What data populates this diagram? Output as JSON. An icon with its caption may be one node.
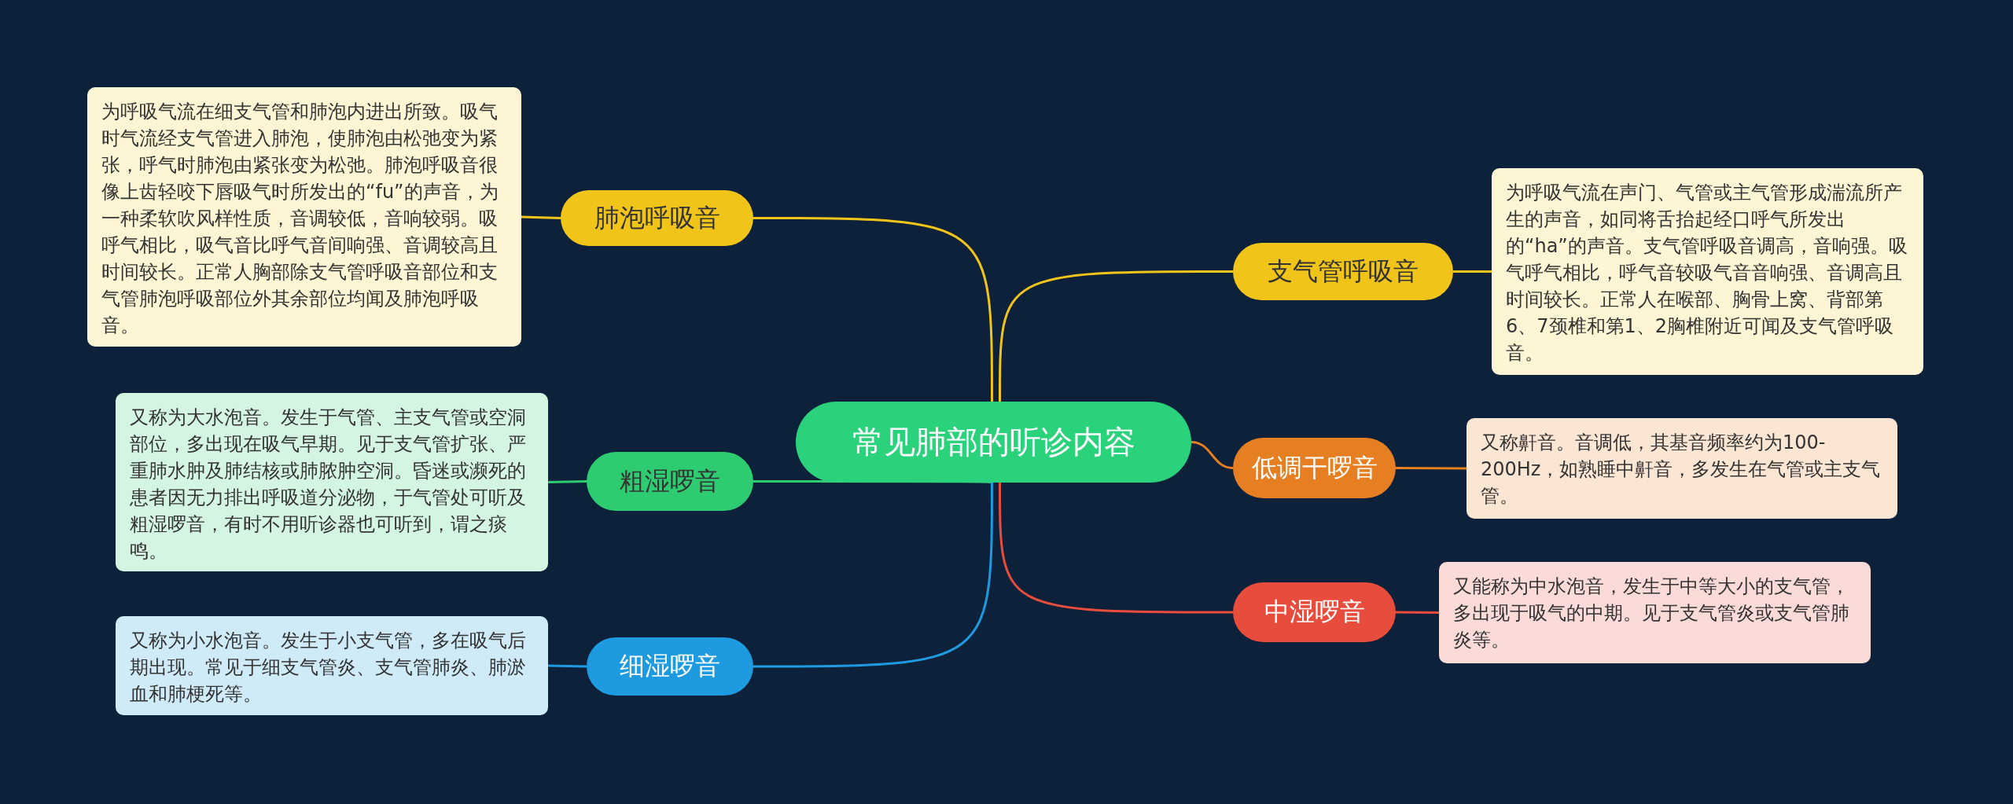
{
  "diagram": {
    "nodes": [
      {
        "text": [
          "常见肺部的听诊内容"
        ]
      },
      {
        "text": [
          "肺泡呼吸音"
        ]
      },
      {
        "text": [
          "为呼吸气流在细支气管和肺泡内进出所致。吸气时气流经支气管进入肺泡，使肺泡由松弛变为紧张，呼气时肺泡由紧张变为松弛。肺泡呼吸音很像上齿轻咬下唇吸气时所发出的“fu”的声音，为一种柔软吹风样性质，音调较低，音响较弱。吸呼气相比，吸气音比呼气音间响强、音调较高且时间较长。正常人胸部除支气管呼吸音部位和支气管肺泡呼吸部位外其余部位均闻及肺泡呼吸音。"
        ]
      },
      {
        "text": [
          "粗湿啰音"
        ]
      },
      {
        "text": [
          "又称为大水泡音。发生于气管、主支气管或空洞部位，多出现在吸气早期。见于支气管扩张、严重肺水肿及肺结核或肺脓肿空洞。昏迷或濒死的患者因无力排出呼吸道分泌物，于气管处可听及粗湿啰音，有时不用听诊器也可听到，谓之痰鸣。"
        ]
      },
      {
        "text": [
          "细湿啰音"
        ]
      },
      {
        "text": [
          "又称为小水泡音。发生于小支气管，多在吸气后期出现。常见于细支气管炎、支气管肺炎、肺淤血和肺梗死等。"
        ]
      },
      {
        "text": [
          "支气管呼吸音"
        ]
      },
      {
        "text": [
          "为呼吸气流在声门、气管或主气管形成湍流所产生的声音，如同将舌抬起经口呼气所发出的“ha”的声音。支气管呼吸音调高，音响强。吸气呼气相比，呼气音较吸气音音响强、音调高且时间较长。正常人在喉部、胸骨上窝、背部第6、7颈椎和第1、2胸椎附近可闻及支气管呼吸音。"
        ]
      },
      {
        "text": [
          "低调干啰音"
        ]
      },
      {
        "text": [
          "又称鼾音。音调低，其基音频率约为100-200Hz，如熟睡中鼾音，多发生在气管或主支气管。"
        ]
      },
      {
        "text": [
          "中湿啰音"
        ]
      },
      {
        "text": [
          "又能称为中水泡音，发生于中等大小的支气管，多出现于吸气的中期。见于支气管炎或支气管肺炎等。"
        ]
      }
    ],
    "edges": [
      {
        "from": 0,
        "to": 1,
        "arrow": "none",
        "color": "#f0c419"
      },
      {
        "from": 1,
        "to": 2,
        "arrow": "none",
        "color": "#f0c419"
      },
      {
        "from": 0,
        "to": 3,
        "arrow": "none",
        "color": "#2ecc71"
      },
      {
        "from": 3,
        "to": 4,
        "arrow": "none",
        "color": "#2ecc71"
      },
      {
        "from": 0,
        "to": 5,
        "arrow": "none",
        "color": "#1e9be0"
      },
      {
        "from": 5,
        "to": 6,
        "arrow": "none",
        "color": "#1e9be0"
      },
      {
        "from": 0,
        "to": 7,
        "arrow": "none",
        "color": "#f0c419"
      },
      {
        "from": 7,
        "to": 8,
        "arrow": "none",
        "color": "#f0c419"
      },
      {
        "from": 0,
        "to": 9,
        "arrow": "none",
        "color": "#e67e22"
      },
      {
        "from": 9,
        "to": 10,
        "arrow": "none",
        "color": "#e67e22"
      },
      {
        "from": 0,
        "to": 11,
        "arrow": "none",
        "color": "#e74c3c"
      },
      {
        "from": 11,
        "to": 12,
        "arrow": "none",
        "color": "#e74c3c"
      }
    ]
  }
}
